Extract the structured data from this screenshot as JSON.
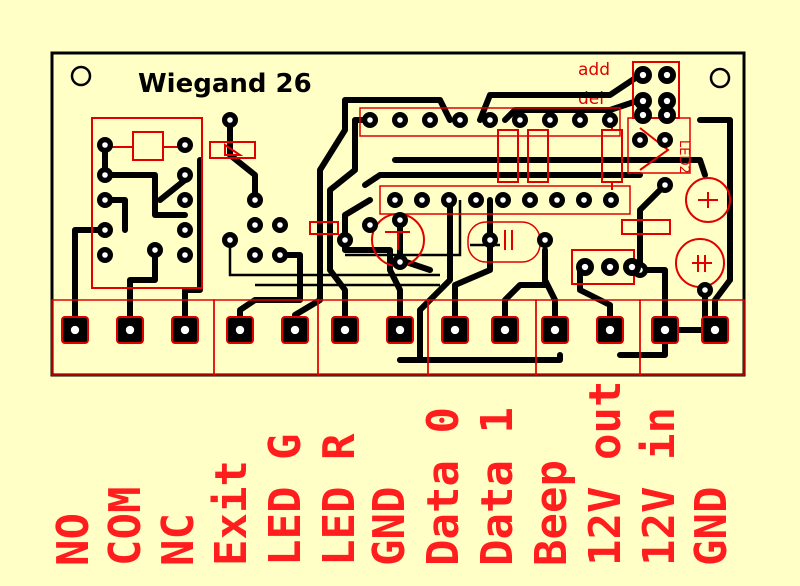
{
  "board": {
    "title": "Wiegand 26",
    "jumper_labels": [
      "add",
      "del"
    ],
    "part_labels": [
      "LED2"
    ],
    "pins": [
      "NO",
      "COM",
      "NC",
      "Exit",
      "LED G",
      "LED R",
      "GND",
      "Data 0",
      "Data 1",
      "Beep",
      "12V out",
      "12V in",
      "GND"
    ]
  },
  "colors": {
    "background": "#ffffc6",
    "copper": "#000000",
    "silkscreen": "#e00000",
    "pin_label": "#ff1d1d"
  }
}
